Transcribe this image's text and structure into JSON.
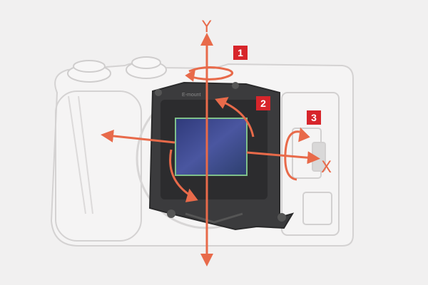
{
  "diagram": {
    "axes": {
      "y_label": "Y",
      "x_label": "X"
    },
    "badges": [
      {
        "number": "1"
      },
      {
        "number": "2"
      },
      {
        "number": "3"
      }
    ],
    "mount_label": "E-mount",
    "colors": {
      "accent": "#e86a4a",
      "badge": "#d7252b",
      "sensor": "#3d4a8a",
      "background": "#f1f0f0"
    }
  }
}
